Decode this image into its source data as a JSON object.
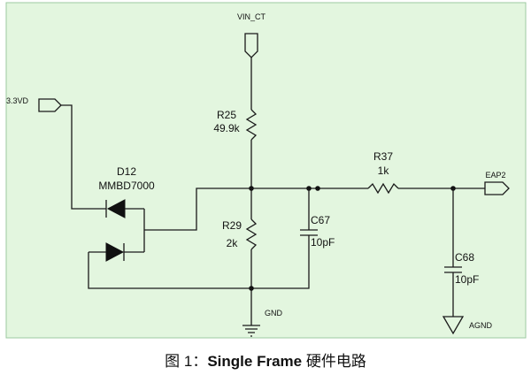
{
  "colors": {
    "panel_background": "#e3f6df",
    "panel_border": "#9cc9a0",
    "wire": "#1a1a1a"
  },
  "nets": {
    "vin": "VIN_CT",
    "v33": "3.3VD",
    "eap": "EAP2",
    "gnd": "GND",
    "agnd": "AGND"
  },
  "components": {
    "r25": {
      "ref": "R25",
      "value": "49.9k"
    },
    "r29": {
      "ref": "R29",
      "value": "2k"
    },
    "r37": {
      "ref": "R37",
      "value": "1k"
    },
    "c67": {
      "ref": "C67",
      "value": "10pF"
    },
    "c68": {
      "ref": "C68",
      "value": "10pF"
    },
    "d12": {
      "ref": "D12",
      "value": "MMBD7000"
    }
  },
  "caption": {
    "prefix": "图  1：",
    "title": "Single Frame",
    "suffix": "  硬件电路"
  }
}
